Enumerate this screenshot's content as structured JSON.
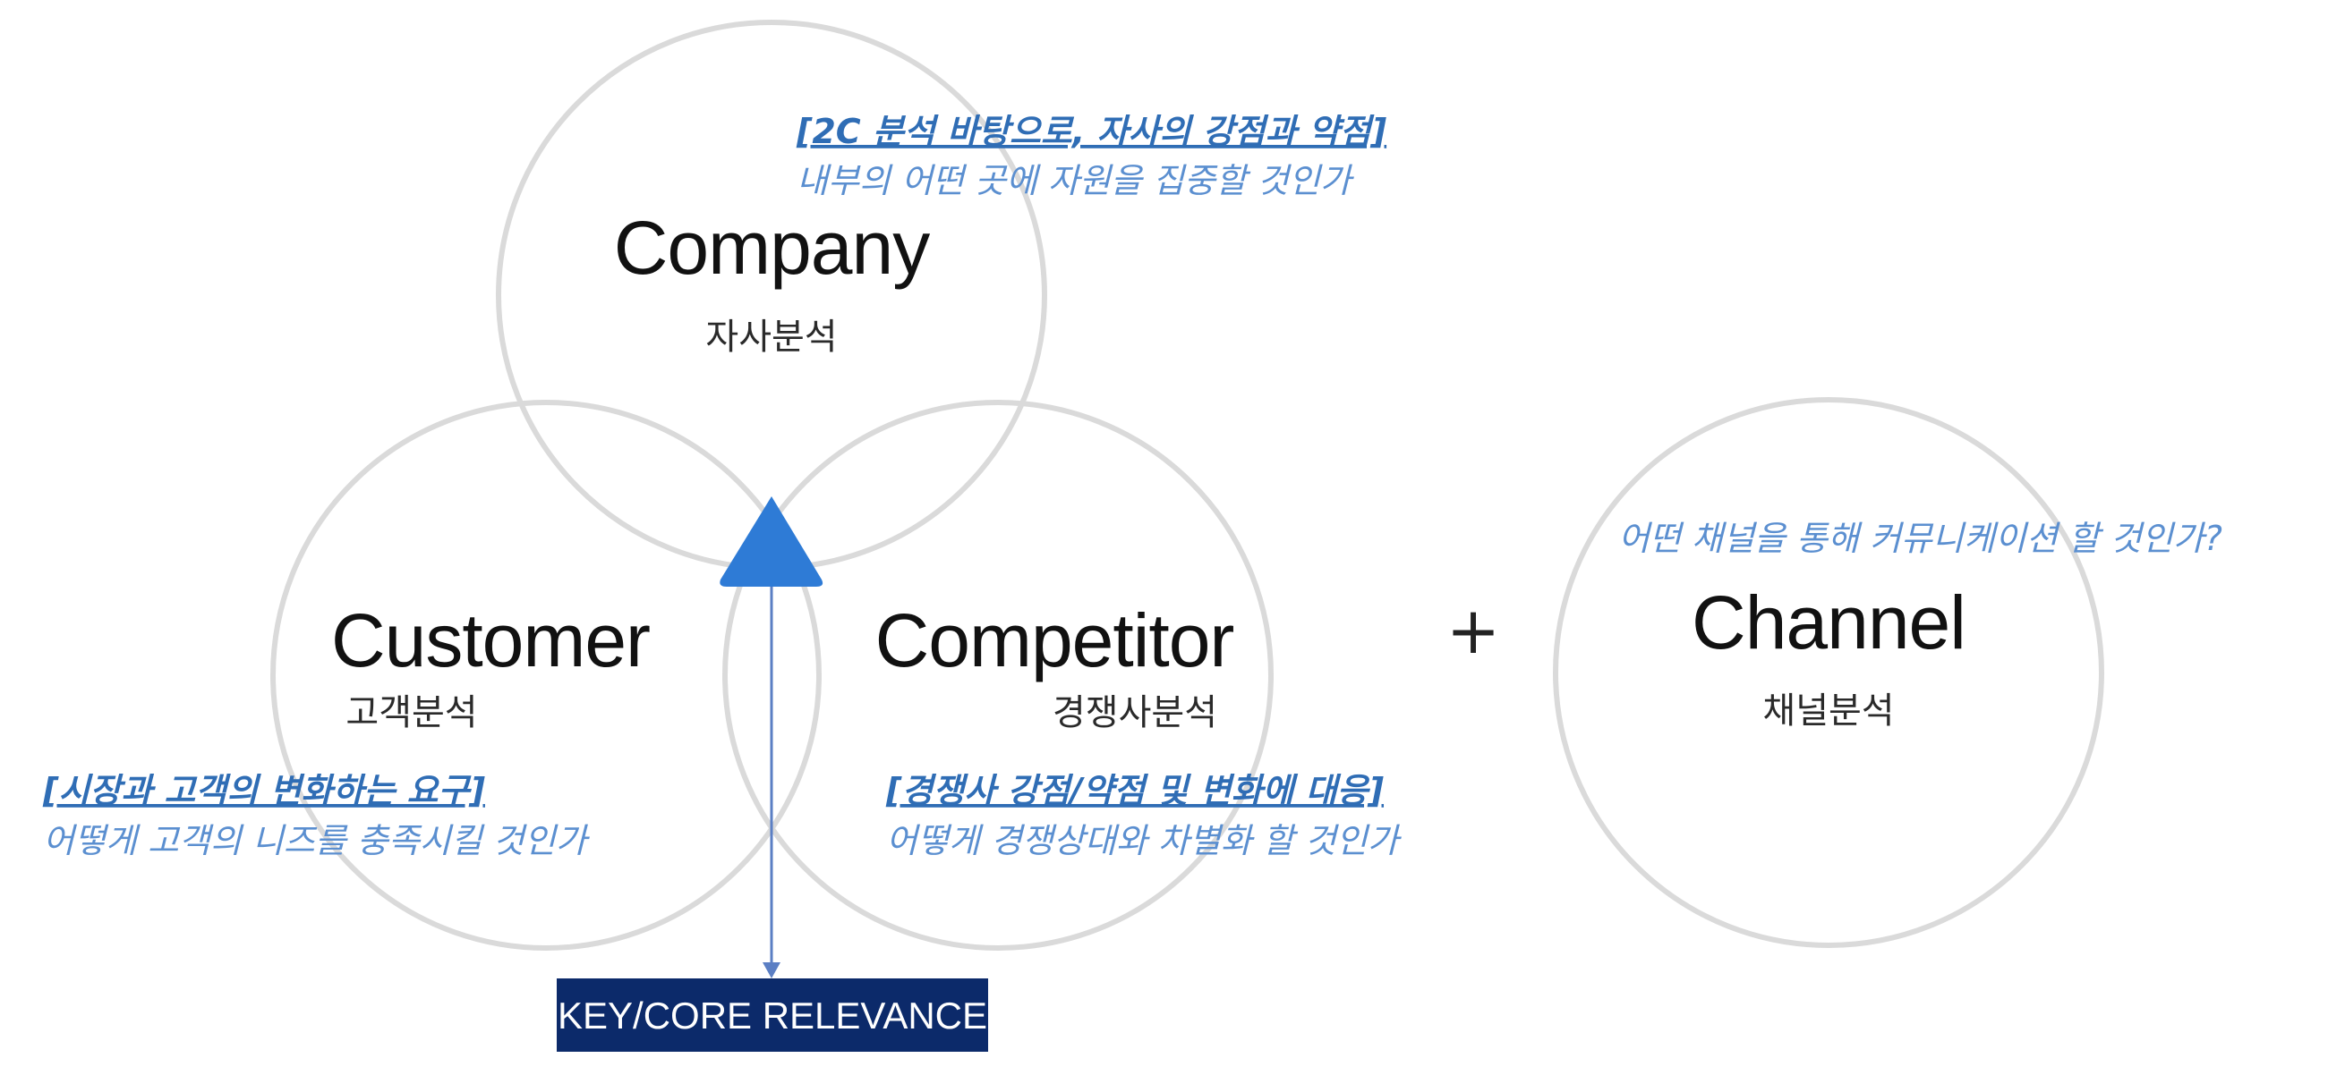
{
  "colors": {
    "circle_stroke": "#dadada",
    "accent_blue": "#2f6db5",
    "note_blue": "#5b8fd0",
    "triangle_blue": "#2e7bd6",
    "key_box": "#0c2a6a"
  },
  "company": {
    "title": "Company",
    "subtitle": "자사분석",
    "note_head": "[2C 분석 바탕으로, 자사의 강점과 약점]",
    "note_body": "내부의 어떤 곳에 자원을 집중할 것인가"
  },
  "customer": {
    "title": "Customer",
    "subtitle": "고객분석",
    "note_head": "[시장과 고객의 변화하는 요구]",
    "note_body": "어떻게 고객의 니즈를 충족시킬 것인가"
  },
  "competitor": {
    "title": "Competitor",
    "subtitle": "경쟁사분석",
    "note_head": "[경쟁사 강점/약점 및 변화에 대응]",
    "note_body": "어떻게 경쟁상대와 차별화 할 것인가"
  },
  "plus": "+",
  "channel": {
    "title": "Channel",
    "subtitle": "채널분석",
    "note_body": "어떤 채널을 통해 커뮤니케이션 할 것인가?"
  },
  "key_label": "KEY/CORE RELEVANCE",
  "icons": {
    "center": "triangle-icon",
    "connector": "arrow-down-icon"
  }
}
